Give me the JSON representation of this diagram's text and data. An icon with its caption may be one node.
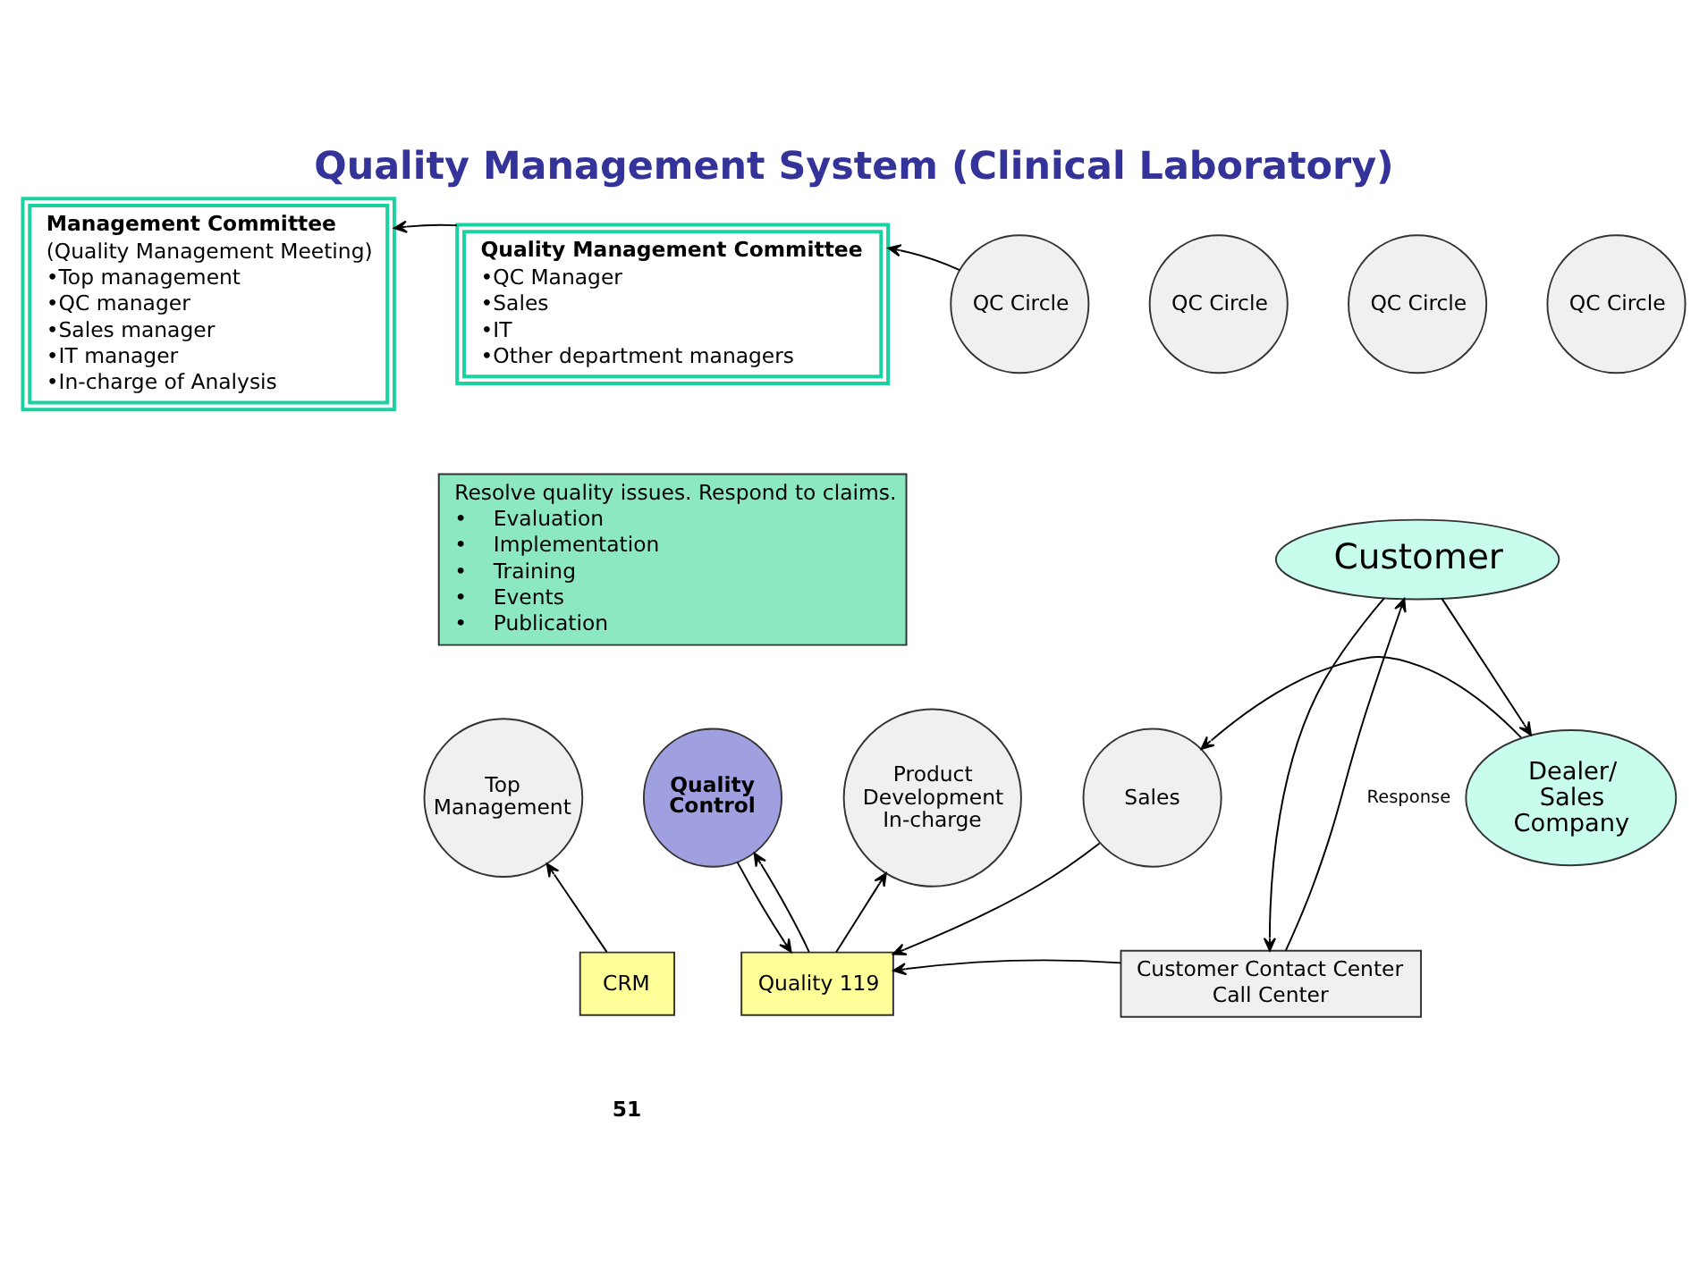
{
  "diagram": {
    "title": "Quality Management System (Clinical Laboratory)",
    "nodes": [
      {
        "text": [
          "Management Committee",
          "(Quality Management Meeting)",
          "•Top management",
          "•QC manager",
          "•Sales manager",
          "•IT manager",
          "•In-charge of Analysis"
        ]
      },
      {
        "text": [
          "Quality Management Committee",
          "•QC Manager",
          "•Sales",
          "•IT",
          "•Other department managers"
        ]
      },
      {
        "text": [
          "Resolve quality issues. Respond to claims.",
          "•    Evaluation",
          "•    Implementation",
          "•    Training",
          "•    Events",
          "•    Publication"
        ]
      },
      {
        "text": [
          "QC Circle"
        ]
      },
      {
        "text": [
          "QC Circle"
        ]
      },
      {
        "text": [
          "QC Circle"
        ]
      },
      {
        "text": [
          "QC Circle"
        ]
      },
      {
        "text": [
          "Customer"
        ]
      },
      {
        "text": [
          "Dealer/ Sales Company"
        ]
      },
      {
        "text": [
          "Top Management"
        ]
      },
      {
        "text": [
          "Quality Control"
        ]
      },
      {
        "text": [
          "Product Development In-charge"
        ]
      },
      {
        "text": [
          "Sales"
        ]
      },
      {
        "text": [
          "CRM"
        ]
      },
      {
        "text": [
          "Quality 119"
        ]
      },
      {
        "text": [
          "Customer Contact Center",
          "Call Center"
        ]
      }
    ],
    "edges": [
      {
        "from": 1,
        "to": 0,
        "arrow": "to"
      },
      {
        "from": 3,
        "to": 1,
        "arrow": "to"
      },
      {
        "from": 7,
        "to": 8,
        "arrow": "to"
      },
      {
        "from": 7,
        "to": 15,
        "arrow": "to"
      },
      {
        "from": 15,
        "to": 7,
        "arrow": "to",
        "label": "Response"
      },
      {
        "from": 8,
        "to": 12,
        "arrow": "to"
      },
      {
        "from": 15,
        "to": 14,
        "arrow": "to"
      },
      {
        "from": 12,
        "to": 14,
        "arrow": "to"
      },
      {
        "from": 13,
        "to": 9,
        "arrow": "to"
      },
      {
        "from": 14,
        "to": 10,
        "arrow": "to"
      },
      {
        "from": 10,
        "to": 14,
        "arrow": "to"
      },
      {
        "from": 14,
        "to": 11,
        "arrow": "to"
      }
    ],
    "labels": [
      "51"
    ]
  }
}
